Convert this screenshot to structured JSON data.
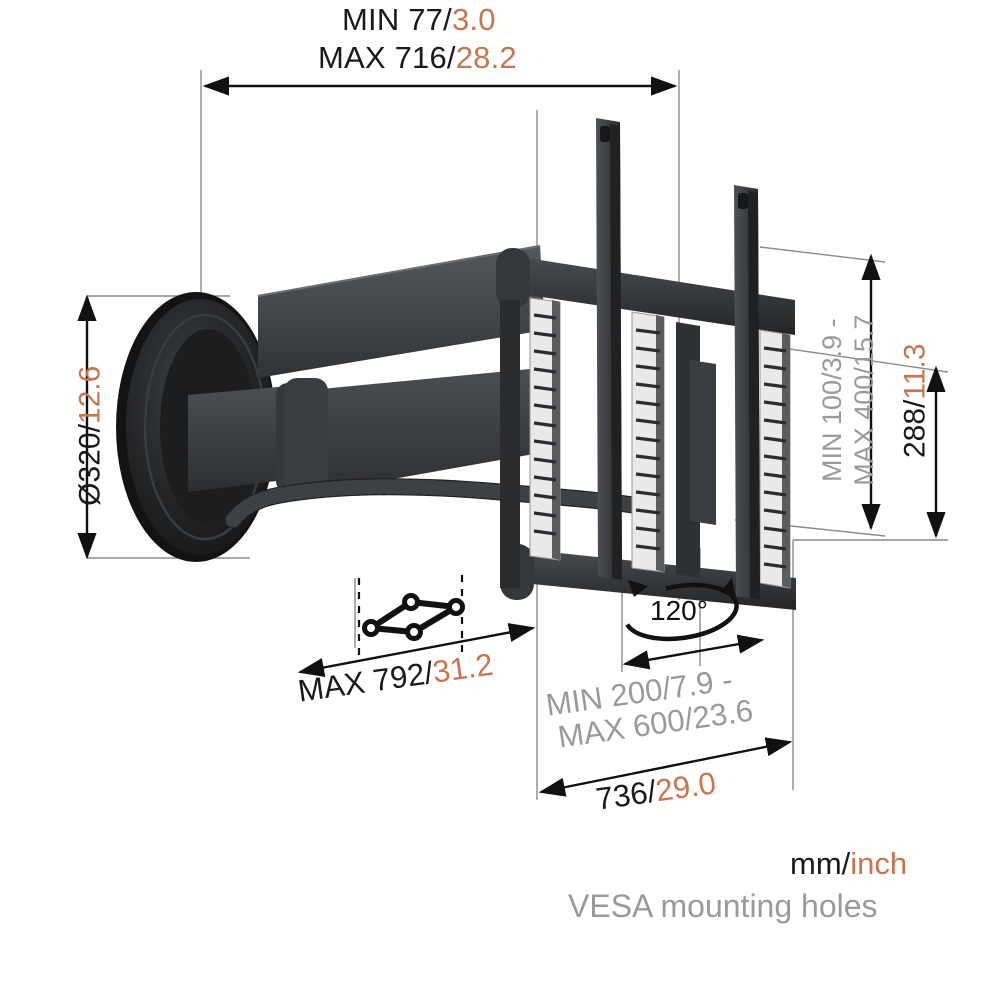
{
  "figure": {
    "title": "TV wall mount technical dimension drawing",
    "units_caption_mm": "mm/",
    "units_caption_inch": "inch",
    "vesa_caption": "VESA mounting holes"
  },
  "colors": {
    "black": "#1a1a1a",
    "orange": "#c8764f",
    "gray": "#9a9a9a",
    "product_dark": "#3a3d40",
    "product_darker": "#2a2c2e"
  },
  "dimensions": {
    "depth_extension": {
      "line1_black": "MIN 77/",
      "line1_orange": "3.0",
      "line2_black": "MAX 716/",
      "line2_orange": "28.2"
    },
    "wall_plate_diameter": {
      "black": "Ø320/",
      "orange": "12.6"
    },
    "vesa_vertical": {
      "text": "MIN 100/3.9 -",
      "text2": "MAX 400/15.7"
    },
    "bracket_height": {
      "black": "288/",
      "orange": "11.3"
    },
    "swivel_reach": {
      "black": "MAX 792/",
      "orange": "31.2"
    },
    "vesa_horizontal": {
      "text": "MIN 200/7.9 -",
      "text2": "MAX 600/23.6"
    },
    "bracket_width": {
      "black": "736/",
      "orange": "29.0"
    },
    "swivel_angle": {
      "value": "120°"
    }
  },
  "icons": {
    "pantograph": "pantograph-linkage-icon",
    "rotation": "rotation-arrow-icon"
  }
}
